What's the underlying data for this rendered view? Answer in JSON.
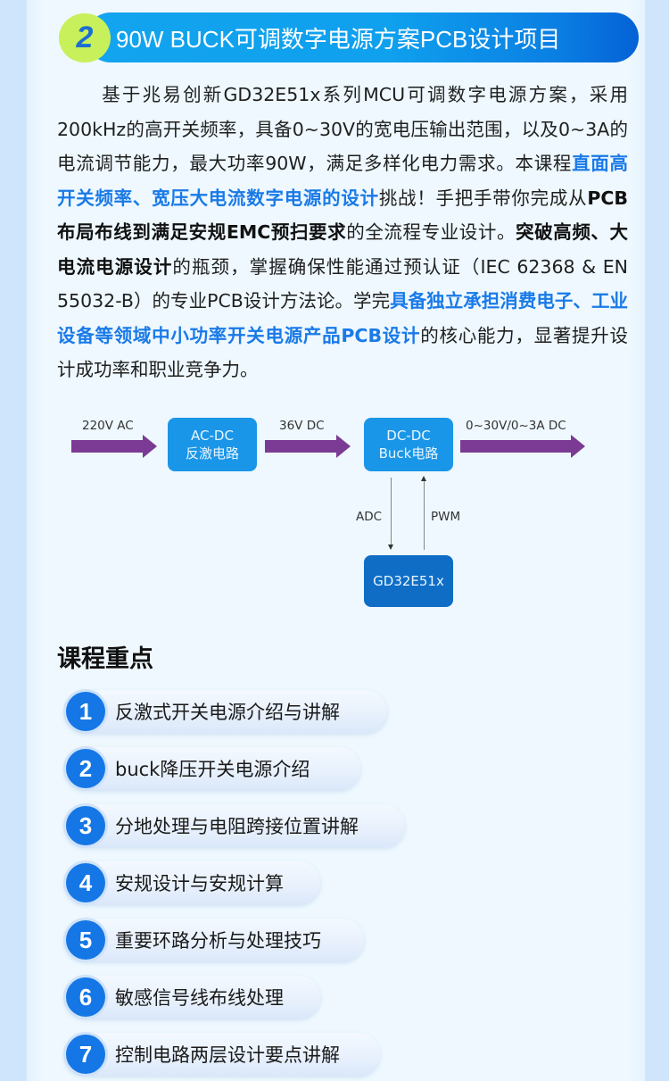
{
  "header": {
    "number": "2",
    "title": "90W BUCK可调数字电源方案PCB设计项目"
  },
  "intro": {
    "segments": [
      {
        "text": "基于兆易创新GD32E51x系列MCU可调数字电源方案，采用200kHz的高开关频率，具备0~30V的宽电压输出范围，以及0~3A的电流调节能力，最大功率90W，满足多样化电力需求。本课程",
        "style": "normal"
      },
      {
        "text": "直面高开关频率、宽压大电流数字电源的设计",
        "style": "blue-bold"
      },
      {
        "text": "挑战！手把手带你完成从",
        "style": "normal"
      },
      {
        "text": "PCB布局布线到满足安规EMC预扫要求",
        "style": "bold"
      },
      {
        "text": "的全流程专业设计。",
        "style": "normal"
      },
      {
        "text": "突破高频、大电流电源设计",
        "style": "bold"
      },
      {
        "text": "的瓶颈，掌握确保性能通过预认证（IEC 62368 & EN 55032-B）的专业PCB设计方法论。学完",
        "style": "normal"
      },
      {
        "text": "具备独立承担消费电子、工业设备等领域中小功率开关电源产品PCB设计",
        "style": "blue-bold"
      },
      {
        "text": "的核心能力，显著提升设计成功率和职业竞争力。",
        "style": "normal"
      }
    ]
  },
  "diagram": {
    "input_label": "220V AC",
    "block1": {
      "line1": "AC-DC",
      "line2": "反激电路"
    },
    "mid_label": "36V DC",
    "block2": {
      "line1": "DC-DC",
      "line2": "Buck电路"
    },
    "output_label": "0~30V/0~3A DC",
    "adc_label": "ADC",
    "pwm_label": "PWM",
    "mcu_label": "GD32E51x",
    "colors": {
      "arrow": "#7b3a93",
      "block_light": "#1a96e8",
      "block_dark": "#0f6dc6"
    }
  },
  "key_points": {
    "title": "课程重点",
    "items": [
      {
        "num": "1",
        "label": "反激式开关电源介绍与讲解"
      },
      {
        "num": "2",
        "label": "buck降压开关电源介绍"
      },
      {
        "num": "3",
        "label": "分地处理与电阻跨接位置讲解"
      },
      {
        "num": "4",
        "label": "安规设计与安规计算"
      },
      {
        "num": "5",
        "label": "重要环路分析与处理技巧"
      },
      {
        "num": "6",
        "label": "敏感信号线布线处理"
      },
      {
        "num": "7",
        "label": "控制电路两层设计要点讲解"
      }
    ]
  }
}
